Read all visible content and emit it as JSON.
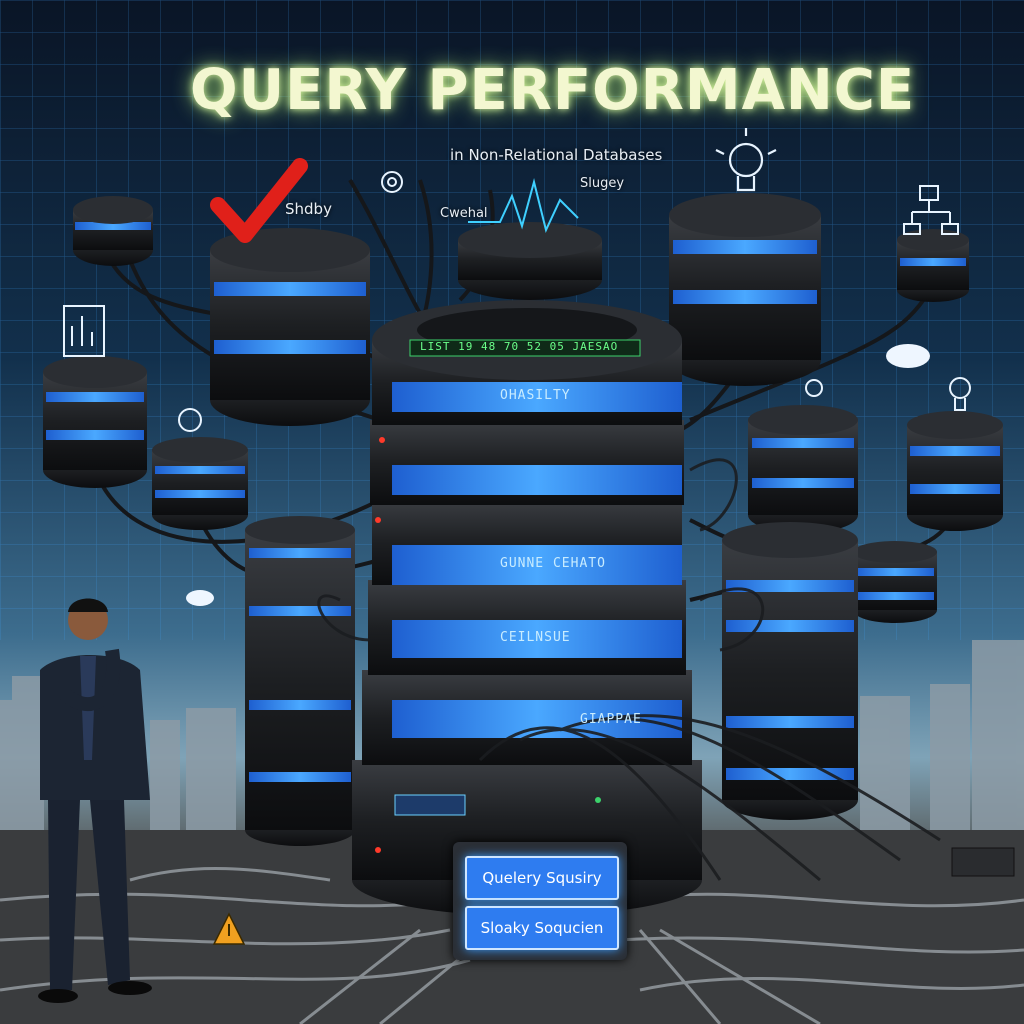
{
  "headline": "QUERY PERFORMANCE",
  "subtitle": "in Non-Relational Databases",
  "floating_labels": {
    "left": "Shdby",
    "center": "Cwehal",
    "right": "Slugey"
  },
  "server_screen_labels": {
    "top_readout": "LIST 19 48 70 52 05 JAESAO",
    "tier_1": "OHASILTY",
    "tier_2": "GUNNE CEHATO",
    "tier_3": "CEILNSUE",
    "tier_4": "GIAPPAE"
  },
  "sign": {
    "top_text": "Quelery Squsiry",
    "bottom_text": "Sloaky Soqucien"
  },
  "colors": {
    "headline_glow": "#d9f7a0",
    "screen_blue": "#2e7cf0",
    "checkmark": "#e0201a",
    "grid": "#3fa6ff"
  }
}
